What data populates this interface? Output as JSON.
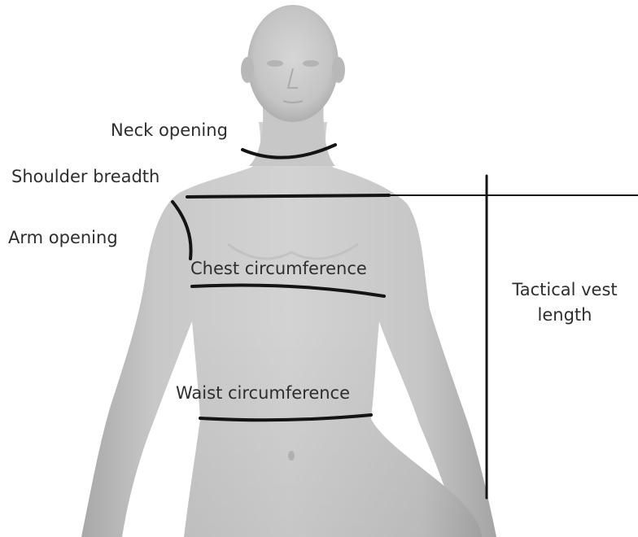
{
  "labels": {
    "neck_opening": "Neck opening",
    "shoulder_breadth": "Shoulder breadth",
    "arm_opening": "Arm opening",
    "chest_circumference": "Chest circumference",
    "waist_circumference": "Waist circumference",
    "tactical_vest_length_line1": "Tactical vest",
    "tactical_vest_length_line2": "length"
  },
  "colors": {
    "body": "#c9c9c9",
    "body_shadow": "#a9a9a9",
    "measure_line": "#141414",
    "text": "#2e2e2e",
    "background": "#ffffff"
  }
}
